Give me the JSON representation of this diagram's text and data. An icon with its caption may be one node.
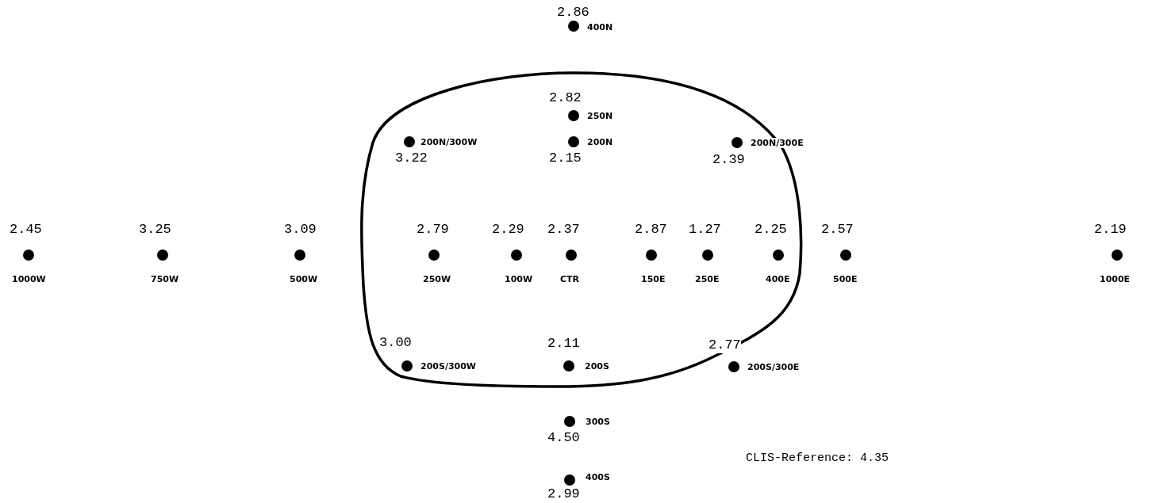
{
  "diagram": {
    "nodes": [
      {
        "text": [
          "400N"
        ],
        "beside": [
          "2.86"
        ]
      },
      {
        "text": [
          "250N"
        ],
        "beside": [
          "2.82"
        ]
      },
      {
        "text": [
          "200N/300W"
        ],
        "beside": [
          "3.22"
        ]
      },
      {
        "text": [
          "200N"
        ],
        "beside": [
          "2.15"
        ]
      },
      {
        "text": [
          "200N/300E"
        ],
        "beside": [
          "2.39"
        ]
      },
      {
        "text": [
          "1000W"
        ],
        "beside": [
          "2.45"
        ]
      },
      {
        "text": [
          "750W"
        ],
        "beside": [
          "3.25"
        ]
      },
      {
        "text": [
          "500W"
        ],
        "beside": [
          "3.09"
        ]
      },
      {
        "text": [
          "250W"
        ],
        "beside": [
          "2.79"
        ]
      },
      {
        "text": [
          "100W"
        ],
        "beside": [
          "2.29"
        ]
      },
      {
        "text": [
          "CTR"
        ],
        "beside": [
          "2.37"
        ]
      },
      {
        "text": [
          "150E"
        ],
        "beside": [
          "2.87"
        ]
      },
      {
        "text": [
          "250E"
        ],
        "beside": [
          "1.27"
        ]
      },
      {
        "text": [
          "400E"
        ],
        "beside": [
          "2.25"
        ]
      },
      {
        "text": [
          "500E"
        ],
        "beside": [
          "2.57"
        ]
      },
      {
        "text": [
          "1000E"
        ],
        "beside": [
          "2.19"
        ]
      },
      {
        "text": [
          "200S/300W"
        ],
        "beside": [
          "3.00"
        ]
      },
      {
        "text": [
          "200S"
        ],
        "beside": [
          "2.11"
        ]
      },
      {
        "text": [
          "200S/300E"
        ],
        "beside": [
          "2.77"
        ]
      },
      {
        "text": [
          "300S"
        ],
        "beside": [
          "4.50"
        ]
      },
      {
        "text": [
          "400S"
        ],
        "beside": [
          "2.99"
        ]
      }
    ],
    "labels": [
      "CLIS-Reference: 4.35"
    ]
  }
}
